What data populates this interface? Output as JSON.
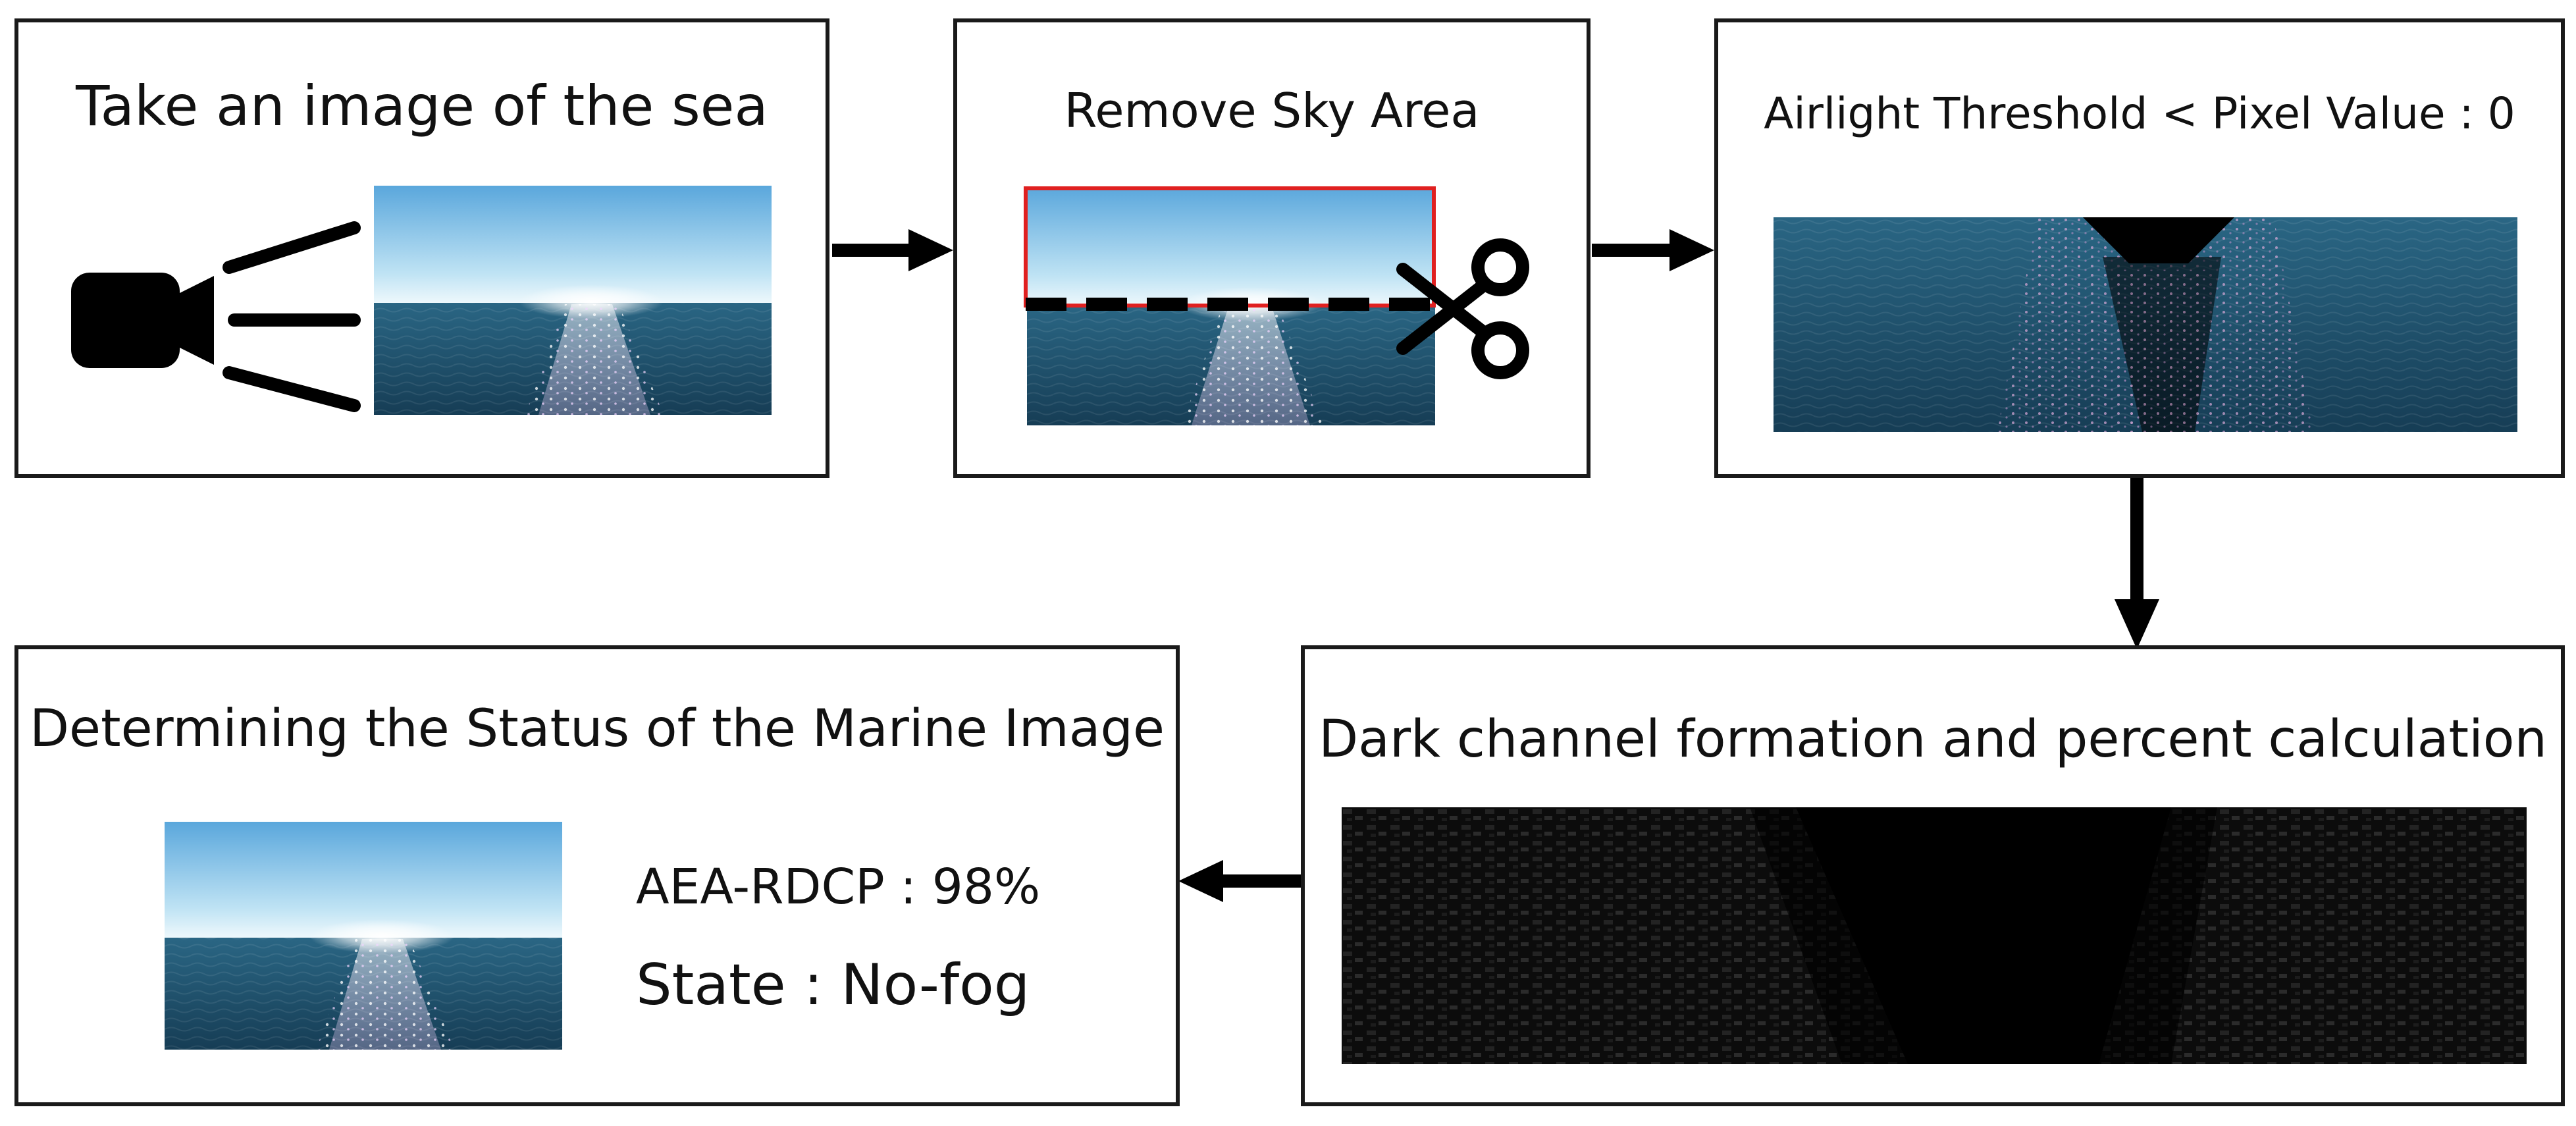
{
  "steps": {
    "capture": {
      "title": "Take an image of the sea"
    },
    "remove_sky": {
      "title": "Remove Sky Area"
    },
    "threshold": {
      "title": "Airlight Threshold < Pixel Value : 0"
    },
    "dark_channel": {
      "title": "Dark channel formation and percent calculation"
    },
    "status": {
      "title": "Determining the Status of the Marine Image",
      "aea_rdcp": "AEA-RDCP : 98%",
      "state": "State : No-fog"
    }
  },
  "colors": {
    "border": "#1a1a1a",
    "crop_box": "#e02020",
    "sky_top": "#6fb0da",
    "sky_horizon": "#e6f4fb",
    "sea_top": "#1e5a78",
    "sea_bottom": "#14384e",
    "glare": "#f4d8ff"
  },
  "icons": [
    "camera-icon",
    "scissors-icon",
    "arrow-right-icon",
    "arrow-down-icon",
    "arrow-left-icon"
  ]
}
